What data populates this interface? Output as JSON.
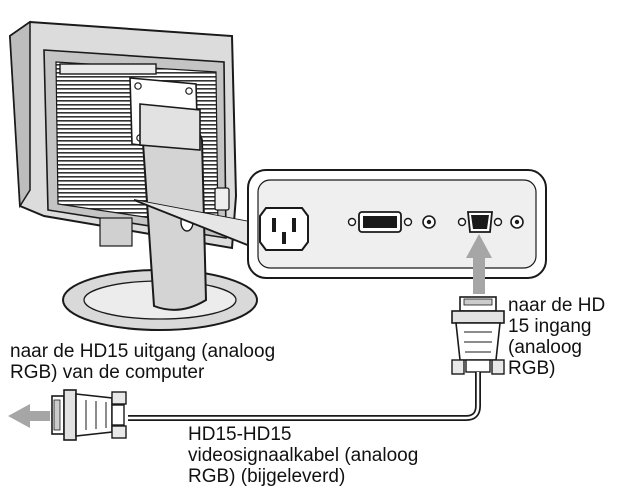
{
  "labels": {
    "to_hd15_input": "naar de HD\n15 ingang\n(analoog\nRGB)",
    "to_hd15_output": "naar de HD15 uitgang (analoog\nRGB) van de computer",
    "cable": "HD15-HD15\nvideosignaalkabel (analoog\nRGB) (bijgeleverd)"
  },
  "colors": {
    "line": "#1a1a1a",
    "body_gray": "#d9d9d9",
    "dark_gray": "#8c8c8c",
    "arrow_gray": "#a6a6a6",
    "panel_gray": "#e6e6e6",
    "background": "#ffffff"
  },
  "icons": [
    "ac-inlet-icon",
    "dvi-connector-icon",
    "hd15-connector-icon",
    "arrow-up-icon",
    "arrow-left-icon"
  ]
}
